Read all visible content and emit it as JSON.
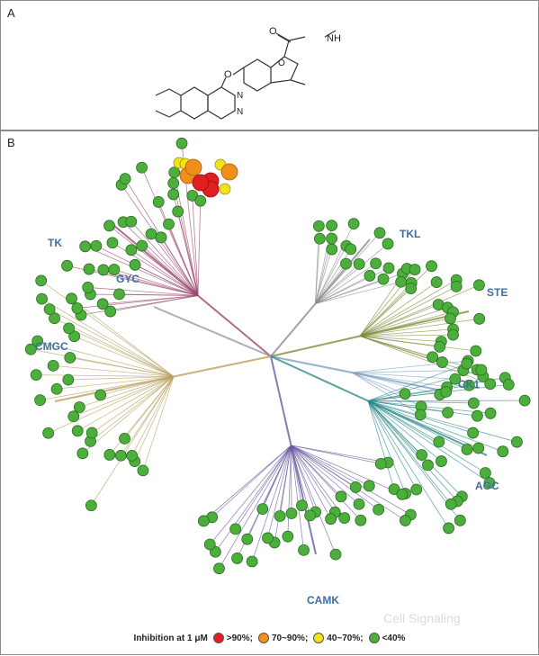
{
  "panels": {
    "a_label": "A",
    "b_label": "B"
  },
  "molecule": {
    "n_h": "NH",
    "o_carbonyl": "O",
    "o_furan": "O",
    "o_ether": "O",
    "n_ring_1": "N",
    "n_ring_2": "N"
  },
  "groups": [
    {
      "name": "TK",
      "color": "#9c4a6e"
    },
    {
      "name": "TKL",
      "color": "#8c8c8c"
    },
    {
      "name": "STE",
      "color": "#7f8c3a"
    },
    {
      "name": "CK1",
      "color": "#7aa0c4"
    },
    {
      "name": "AGC",
      "color": "#2d8a8a"
    },
    {
      "name": "CAMK",
      "color": "#6a5aa0"
    },
    {
      "name": "CMGC",
      "color": "#b8a060"
    },
    {
      "name": "GYC",
      "color": "#9a9a9a"
    }
  ],
  "hits": {
    "red": 3,
    "orange": 3,
    "yellow": 4
  },
  "legend": {
    "title": "Inhibition at 1 μM",
    "items": [
      {
        "label": ">90%;",
        "color": "#e02020"
      },
      {
        "label": "70~90%;",
        "color": "#f0901a"
      },
      {
        "label": "40~70%;",
        "color": "#f2e21a"
      },
      {
        "label": "<40%",
        "color": "#4caf3c"
      }
    ]
  },
  "watermark": "Cell Signaling"
}
